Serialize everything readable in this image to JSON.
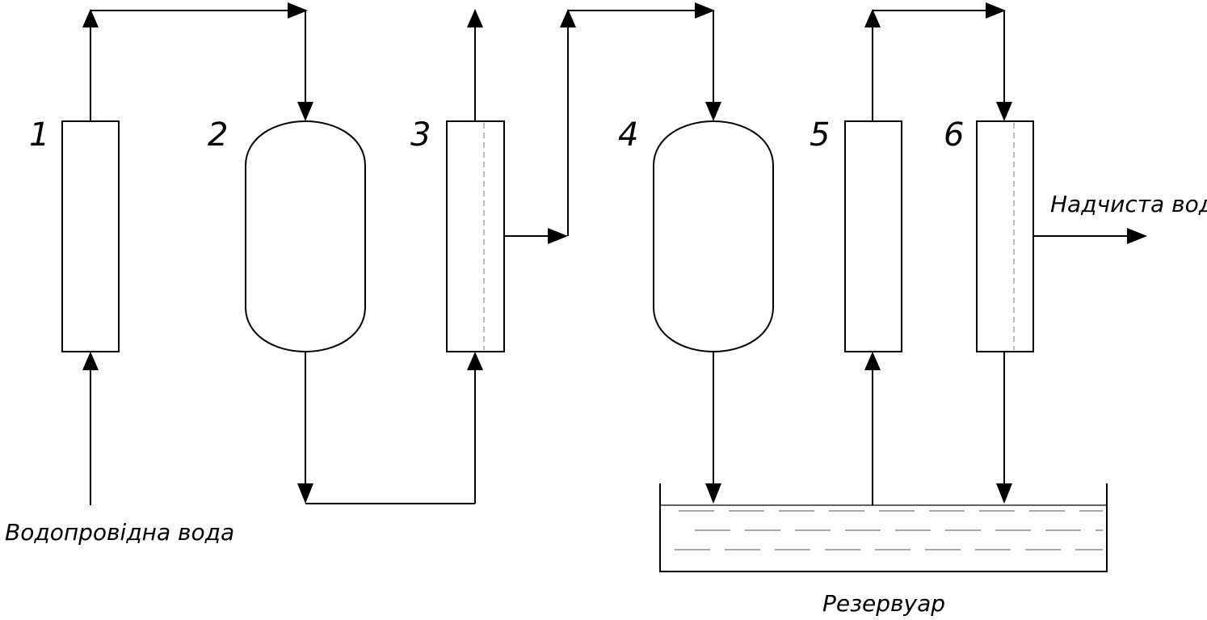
{
  "units": [
    {
      "id": "1",
      "label": "1",
      "shape": "column"
    },
    {
      "id": "2",
      "label": "2",
      "shape": "vessel"
    },
    {
      "id": "3",
      "label": "3",
      "shape": "column-membrane"
    },
    {
      "id": "4",
      "label": "4",
      "shape": "vessel"
    },
    {
      "id": "5",
      "label": "5",
      "shape": "column"
    },
    {
      "id": "6",
      "label": "6",
      "shape": "column-membrane"
    }
  ],
  "labels": {
    "inlet": "Водопровідна вода",
    "outlet": "Надчиста вода",
    "reservoir": "Резервуар"
  },
  "colors": {
    "line": "#000000",
    "background": "#ffffff"
  }
}
